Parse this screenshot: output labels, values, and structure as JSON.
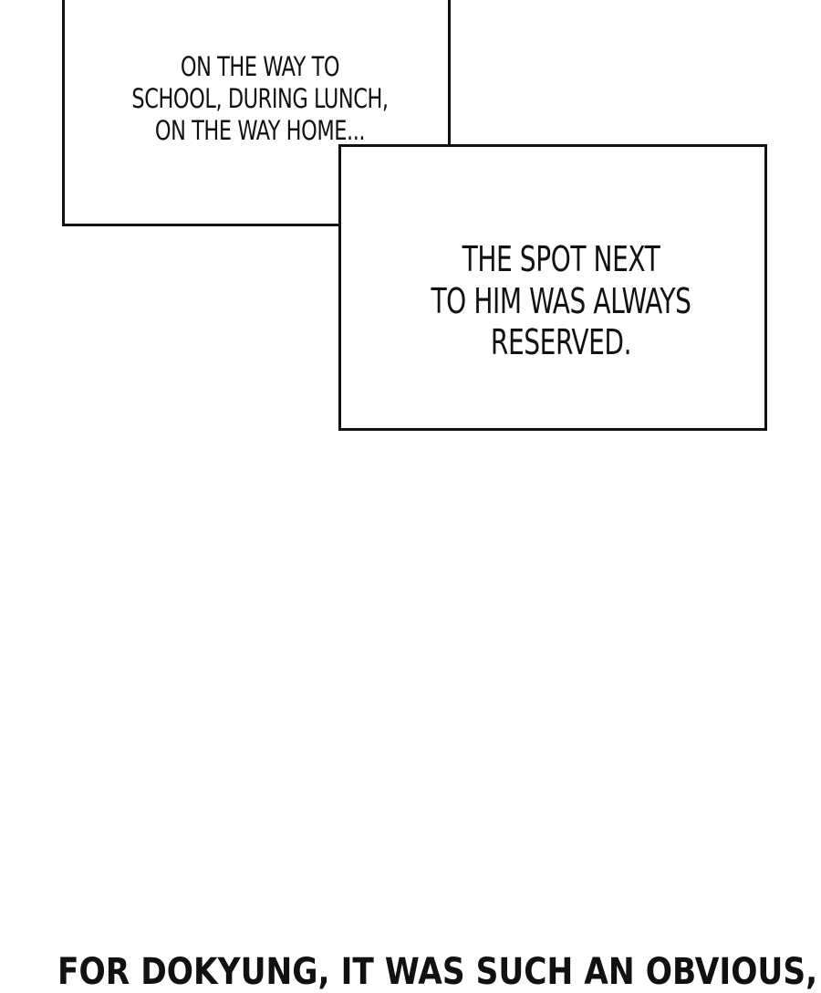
{
  "captions": {
    "first": "ON THE WAY TO\nSCHOOL, DURING LUNCH,\nON THE WAY HOME...",
    "second": "THE SPOT NEXT\nTO HIM WAS ALWAYS\nRESERVED."
  },
  "narration": {
    "bottom": "FOR DOKYUNG, IT WAS SUCH AN OBVIOUS,"
  }
}
